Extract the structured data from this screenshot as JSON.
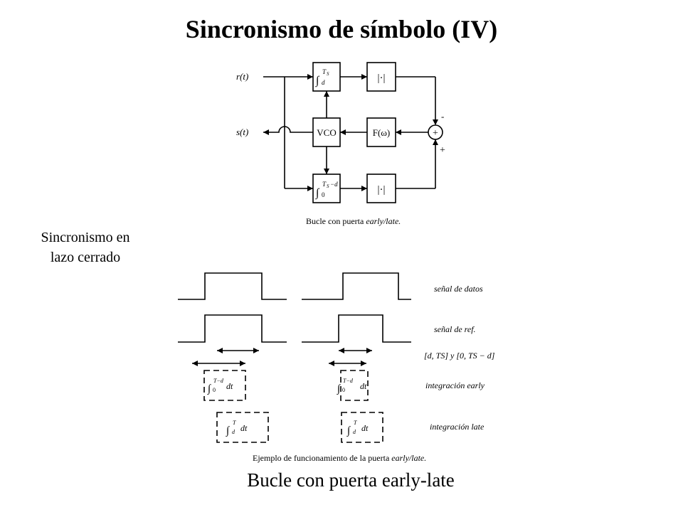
{
  "title": "Sincronismo de símbolo (IV)",
  "side_label": {
    "line1": "Sincronismo en",
    "line2": "lazo cerrado"
  },
  "bottom_caption": "Bucle con puerta early-late",
  "block_diagram": {
    "input_label": "r(t)",
    "output_label": "s(t)",
    "integrator_top": "∫d^TS",
    "integrator_bottom": "∫0^(TS−d)",
    "abs_block": "|·|",
    "vco": "VCO",
    "filter": "F(ω)",
    "summer": "+",
    "minus_sign": "-",
    "plus_sign": "+",
    "caption_prefix": "Bucle con puerta ",
    "caption_emph": "early/late."
  },
  "timing_diagram": {
    "row_labels": {
      "data": "señal de datos",
      "ref": "señal de ref.",
      "interval": "[d, TS] y [0, TS − d]",
      "early": "integración early",
      "late": "integración late"
    },
    "early_box_text": "∫0^(T−d) dt",
    "late_box_text": "∫d^T dt",
    "caption_prefix": "Ejemplo de funcionamiento de la puerta ",
    "caption_emph": "early/late."
  }
}
